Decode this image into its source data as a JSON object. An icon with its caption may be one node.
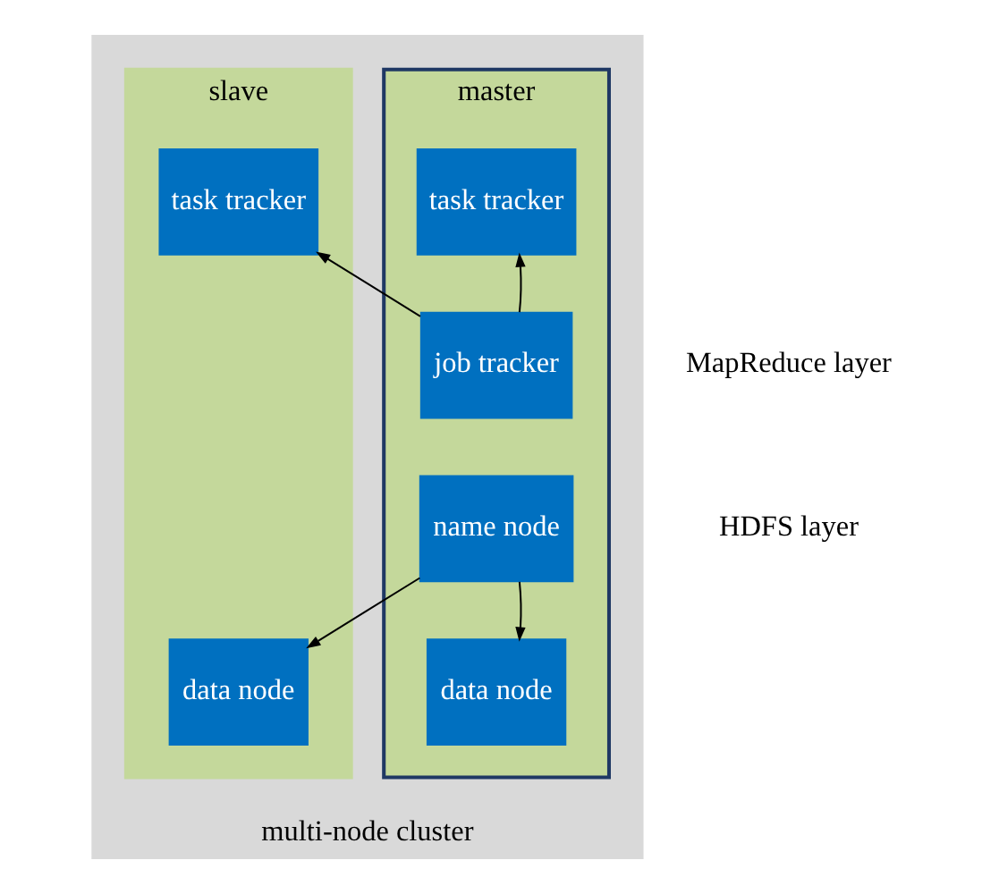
{
  "diagram": {
    "nodes": [
      {
        "text": [
          "multi-node cluster"
        ]
      },
      {
        "text": [
          "master"
        ],
        "in": 0
      },
      {
        "text": [
          "task tracker"
        ],
        "in": 1
      },
      {
        "text": [
          "job tracker"
        ],
        "in": 1
      },
      {
        "text": [
          "name node"
        ],
        "in": 1
      },
      {
        "text": [
          "data node"
        ],
        "in": 1
      },
      {
        "text": [
          "slave"
        ],
        "in": 0
      },
      {
        "text": [
          "task tracker"
        ],
        "in": 6
      },
      {
        "text": [
          "data node"
        ],
        "in": 6
      }
    ],
    "edges": [
      {
        "from": 3,
        "to": 2,
        "arrow": "to"
      },
      {
        "from": 3,
        "to": 7,
        "arrow": "to"
      },
      {
        "from": 4,
        "to": 5,
        "arrow": "to"
      },
      {
        "from": 4,
        "to": 8,
        "arrow": "to"
      }
    ],
    "labels": [
      "MapReduce layer",
      "HDFS layer"
    ]
  }
}
